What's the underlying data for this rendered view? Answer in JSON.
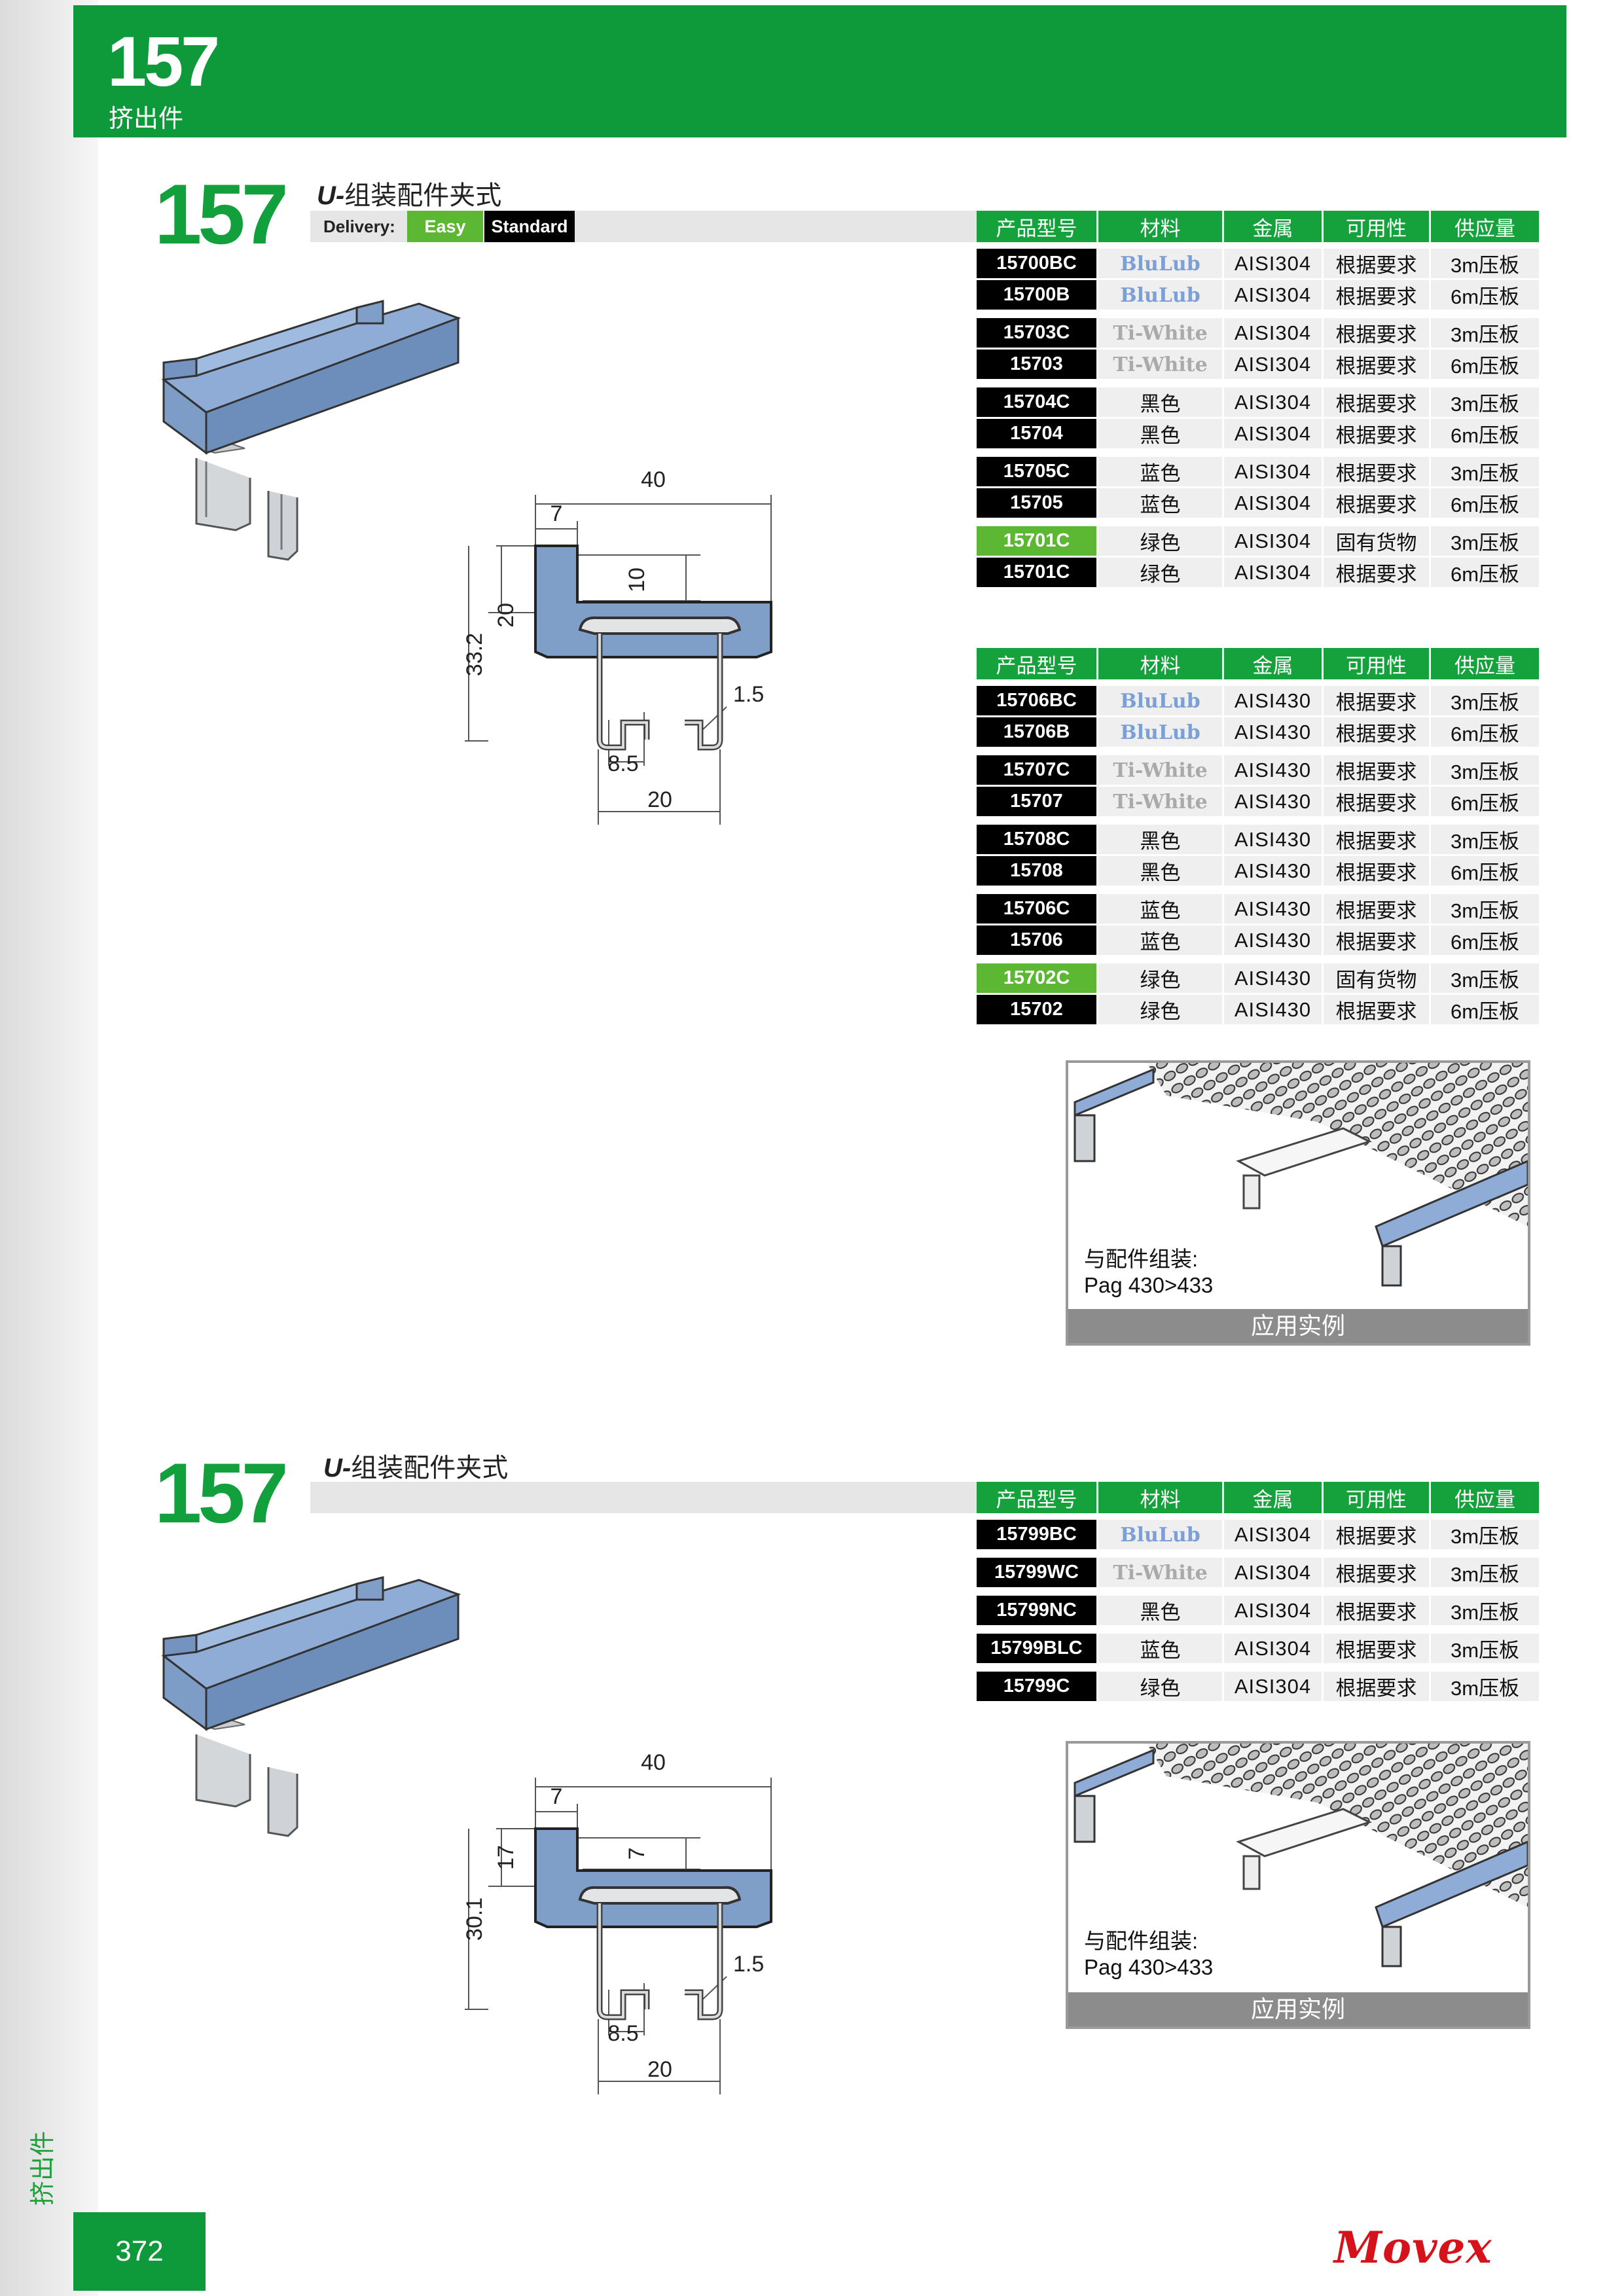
{
  "header": {
    "number": "157",
    "category": "挤出件"
  },
  "side_label": "挤出件",
  "section1": {
    "number": "157",
    "title_prefix": "U-",
    "title_rest": "组装配件夹式",
    "delivery_label": "Delivery:",
    "delivery_easy": "Easy",
    "delivery_standard": "Standard",
    "dims": {
      "width": "40",
      "top": "7",
      "lip": "10",
      "inner_h": "20",
      "total_h": "33.2",
      "thick": "1.5",
      "slot": "8.5",
      "base": "20"
    }
  },
  "table_headers": [
    "产品型号",
    "材料",
    "金属",
    "可用性",
    "供应量"
  ],
  "table1": [
    {
      "code": "15700BC",
      "mat": "BluLub",
      "metal": "AISI304",
      "avail": "根据要求",
      "supply": "3m压板"
    },
    {
      "code": "15700B",
      "mat": "BluLub",
      "metal": "AISI304",
      "avail": "根据要求",
      "supply": "6m压板"
    },
    {
      "code": "15703C",
      "mat": "Ti-White",
      "metal": "AISI304",
      "avail": "根据要求",
      "supply": "3m压板"
    },
    {
      "code": "15703",
      "mat": "Ti-White",
      "metal": "AISI304",
      "avail": "根据要求",
      "supply": "6m压板"
    },
    {
      "code": "15704C",
      "mat": "黑色",
      "metal": "AISI304",
      "avail": "根据要求",
      "supply": "3m压板"
    },
    {
      "code": "15704",
      "mat": "黑色",
      "metal": "AISI304",
      "avail": "根据要求",
      "supply": "6m压板"
    },
    {
      "code": "15705C",
      "mat": "蓝色",
      "metal": "AISI304",
      "avail": "根据要求",
      "supply": "3m压板"
    },
    {
      "code": "15705",
      "mat": "蓝色",
      "metal": "AISI304",
      "avail": "根据要求",
      "supply": "6m压板"
    },
    {
      "code": "15701C",
      "mat": "绿色",
      "metal": "AISI304",
      "avail": "固有货物",
      "supply": "3m压板"
    },
    {
      "code": "15701C",
      "mat": "绿色",
      "metal": "AISI304",
      "avail": "根据要求",
      "supply": "6m压板"
    }
  ],
  "table2": [
    {
      "code": "15706BC",
      "mat": "BluLub",
      "metal": "AISI430",
      "avail": "根据要求",
      "supply": "3m压板"
    },
    {
      "code": "15706B",
      "mat": "BluLub",
      "metal": "AISI430",
      "avail": "根据要求",
      "supply": "6m压板"
    },
    {
      "code": "15707C",
      "mat": "Ti-White",
      "metal": "AISI430",
      "avail": "根据要求",
      "supply": "3m压板"
    },
    {
      "code": "15707",
      "mat": "Ti-White",
      "metal": "AISI430",
      "avail": "根据要求",
      "supply": "6m压板"
    },
    {
      "code": "15708C",
      "mat": "黑色",
      "metal": "AISI430",
      "avail": "根据要求",
      "supply": "3m压板"
    },
    {
      "code": "15708",
      "mat": "黑色",
      "metal": "AISI430",
      "avail": "根据要求",
      "supply": "6m压板"
    },
    {
      "code": "15706C",
      "mat": "蓝色",
      "metal": "AISI430",
      "avail": "根据要求",
      "supply": "3m压板"
    },
    {
      "code": "15706",
      "mat": "蓝色",
      "metal": "AISI430",
      "avail": "根据要求",
      "supply": "6m压板"
    },
    {
      "code": "15702C",
      "mat": "绿色",
      "metal": "AISI430",
      "avail": "固有货物",
      "supply": "3m压板"
    },
    {
      "code": "15702",
      "mat": "绿色",
      "metal": "AISI430",
      "avail": "根据要求",
      "supply": "6m压板"
    }
  ],
  "photo1": {
    "caption_1": "与配件组装:",
    "caption_2": "Pag 430>433",
    "footer": "应用实例"
  },
  "section2": {
    "number": "157",
    "title_prefix": "U-",
    "title_rest": "组装配件夹式",
    "dims": {
      "width": "40",
      "top": "7",
      "lip": "7",
      "inner_h": "17",
      "total_h": "30.1",
      "thick": "1.5",
      "slot": "8.5",
      "base": "20"
    }
  },
  "table3": [
    {
      "code": "15799BC",
      "mat": "BluLub",
      "metal": "AISI304",
      "avail": "根据要求",
      "supply": "3m压板"
    },
    {
      "code": "15799WC",
      "mat": "Ti-White",
      "metal": "AISI304",
      "avail": "根据要求",
      "supply": "3m压板"
    },
    {
      "code": "15799NC",
      "mat": "黑色",
      "metal": "AISI304",
      "avail": "根据要求",
      "supply": "3m压板"
    },
    {
      "code": "15799BLC",
      "mat": "蓝色",
      "metal": "AISI304",
      "avail": "根据要求",
      "supply": "3m压板"
    },
    {
      "code": "15799C",
      "mat": "绿色",
      "metal": "AISI304",
      "avail": "根据要求",
      "supply": "3m压板"
    }
  ],
  "photo2": {
    "caption_1": "与配件组装:",
    "caption_2": "Pag 430>433",
    "footer": "应用实例"
  },
  "footer": {
    "page_number": "372",
    "logo": "Movex"
  },
  "colors": {
    "brand_green": "#0e9a3a",
    "stock_green": "#5cb832",
    "profile_blue": "#7f9fc8",
    "logo_red": "#d6121b"
  }
}
